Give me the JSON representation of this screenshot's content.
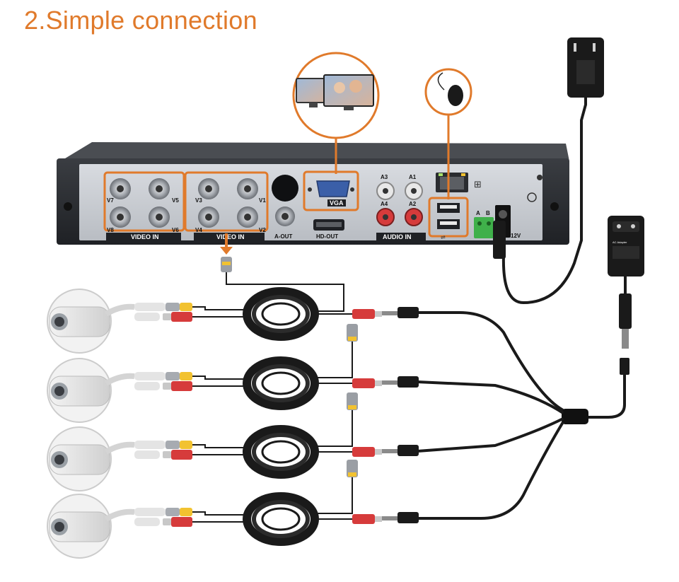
{
  "title": "2.Simple connection",
  "dvr": {
    "port_labels": {
      "video_in_left": "VIDEO IN",
      "video_in_right": "VIDEO IN",
      "vga": "VGA",
      "hd_out": "HD-OUT",
      "audio_in": "AUDIO IN",
      "a_out": "A-OUT",
      "terminal_a": "A",
      "terminal_b": "B",
      "power": "12V"
    },
    "channels": [
      "V7",
      "V5",
      "V3",
      "V1",
      "V8",
      "V6",
      "V4",
      "V2"
    ],
    "audio_channels": [
      "A3",
      "A1",
      "A4",
      "A2"
    ]
  },
  "adapter": {
    "brand_label": "AC Adapter"
  },
  "colors": {
    "accent": "#e07a2b",
    "cable": "#1a1a1a",
    "dvr_body": "#2b2e33",
    "dvr_panel": "#c9ccd1",
    "video_plug": "#f2c230",
    "power_plug": "#d63b3b"
  }
}
